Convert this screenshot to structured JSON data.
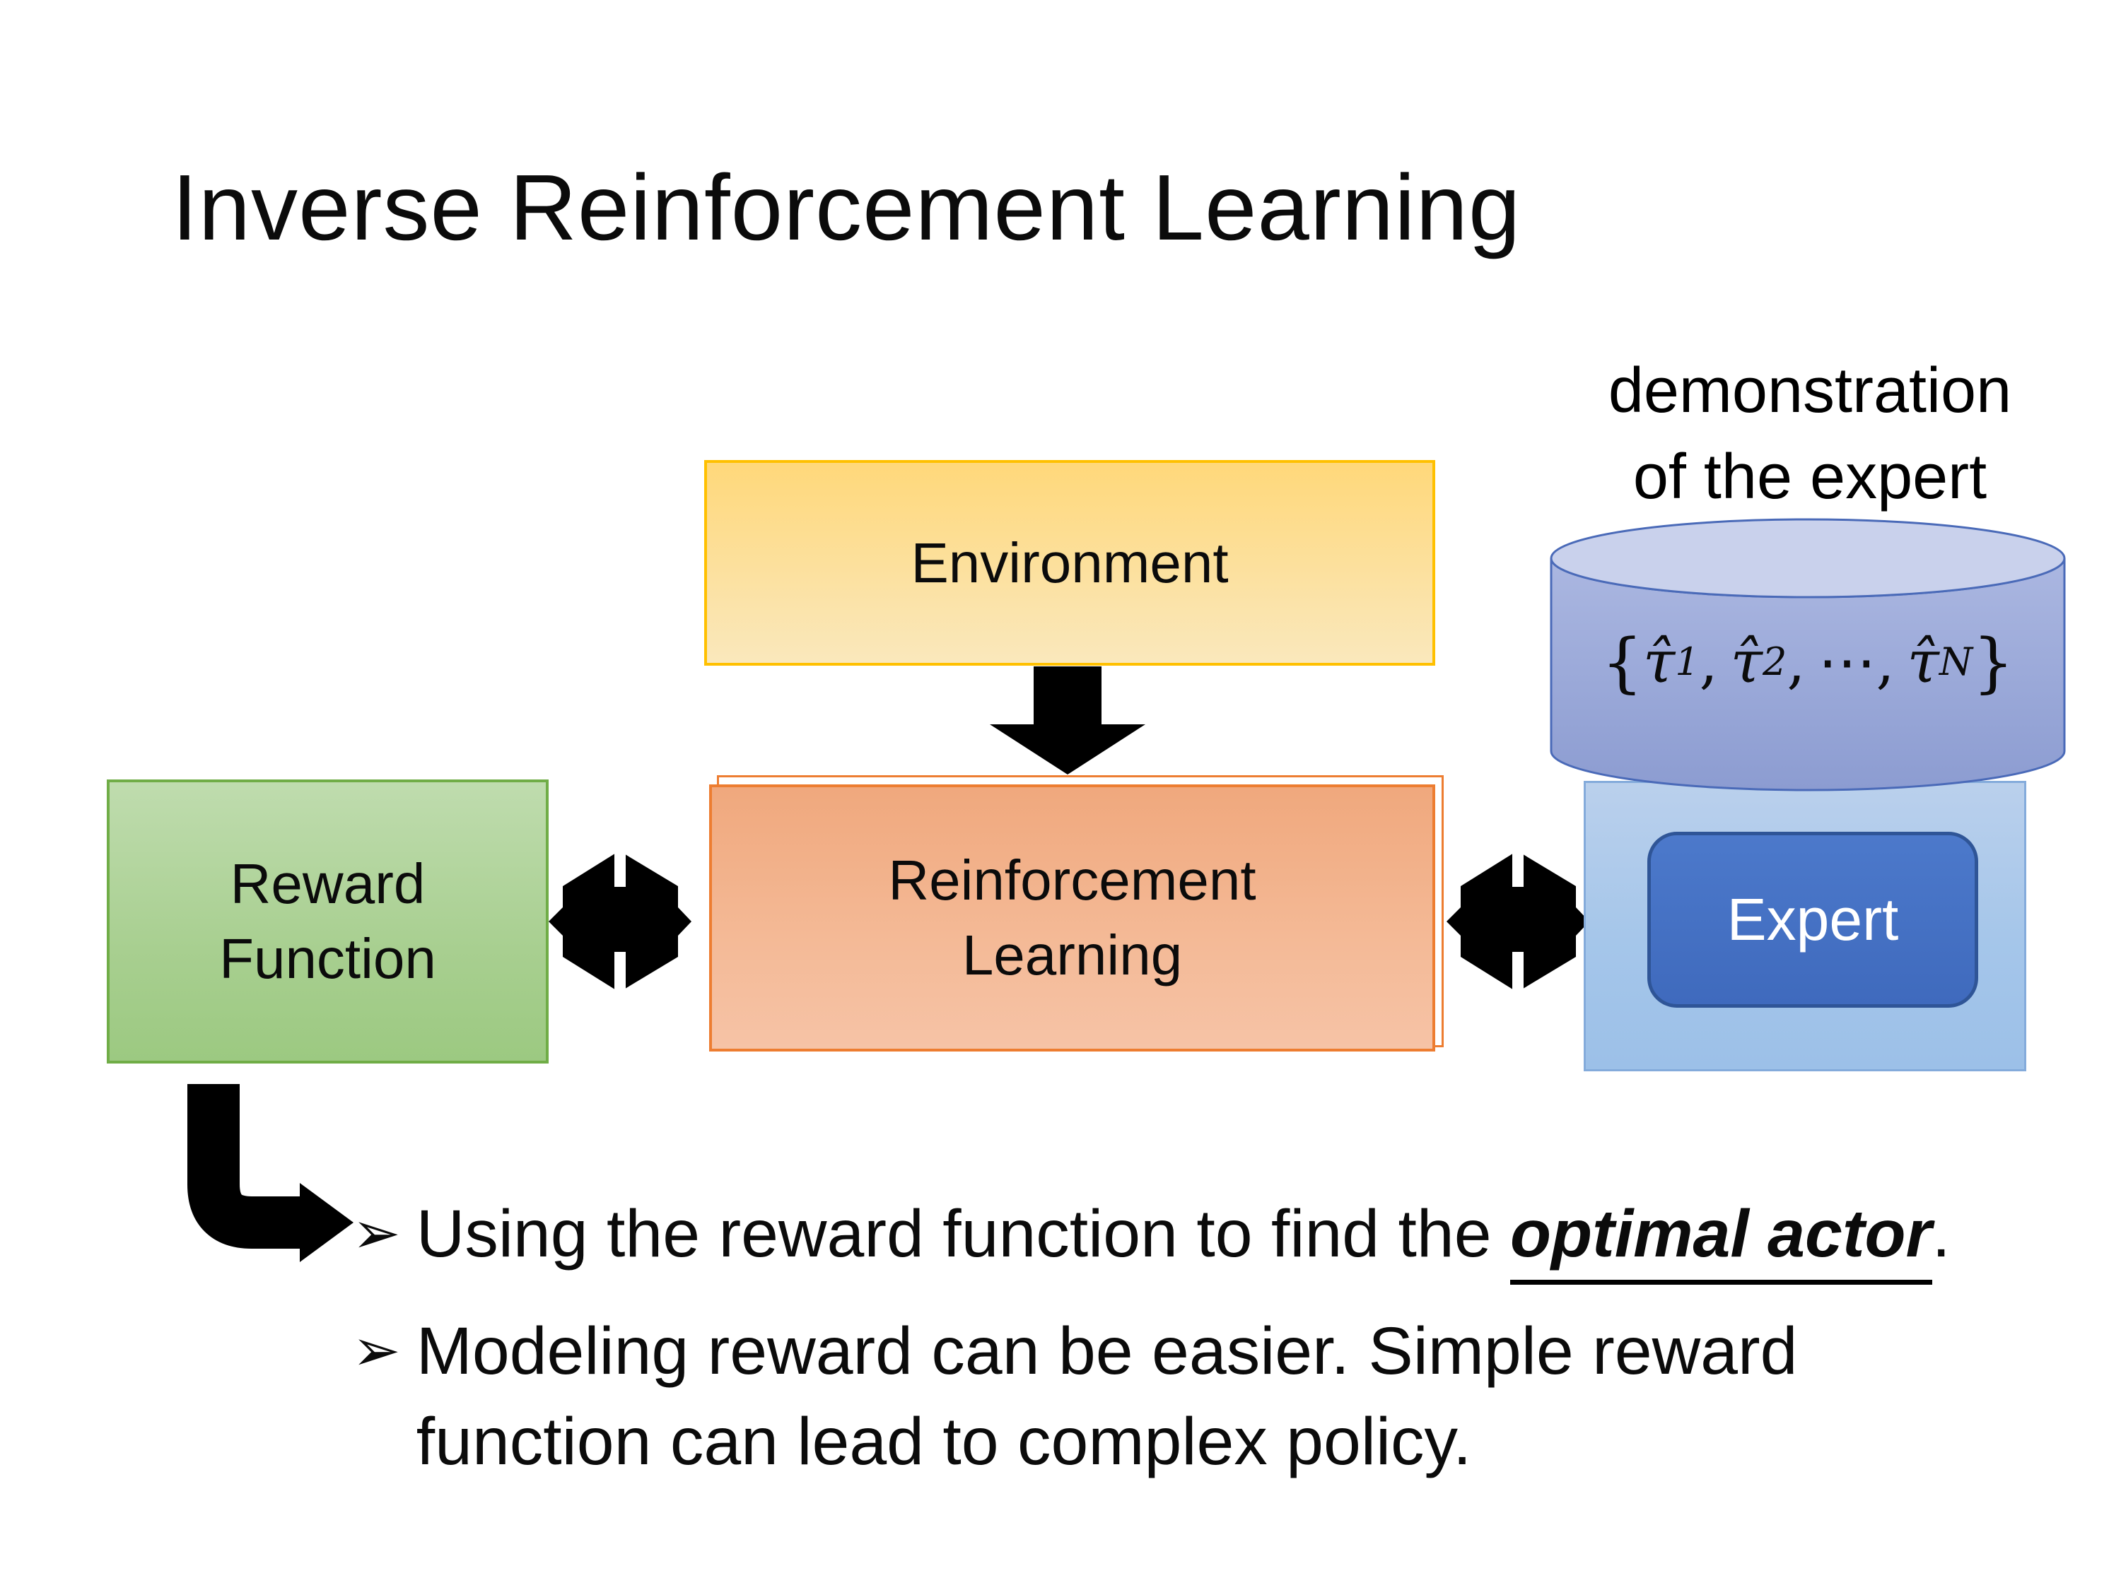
{
  "slide": {
    "title": "Inverse Reinforcement Learning",
    "demo_label": {
      "line1": "demonstration",
      "line2": "of the expert"
    },
    "boxes": {
      "environment": {
        "label": "Environment"
      },
      "reward_function": {
        "line1": "Reward",
        "line2": "Function"
      },
      "reinforcement_learning": {
        "line1": "Reinforcement",
        "line2": "Learning"
      },
      "expert": {
        "label": "Expert"
      }
    },
    "formula": {
      "brace_open": "{",
      "tau_hat": "τ̂",
      "sub_1": "1",
      "sep_1": ",",
      "sub_2": "2",
      "sep_2": ",",
      "cdots": "⋯",
      "sep_3": ",",
      "sub_n": "N",
      "brace_close": "}"
    },
    "bullets": {
      "item1": {
        "marker": "➢",
        "pre": "Using the reward function to find the ",
        "emphasis": "optimal actor",
        "post": "."
      },
      "item2": {
        "marker": "➢",
        "line1": "Modeling reward can be easier. Simple reward",
        "line2": "function can lead to complex policy."
      }
    },
    "colors": {
      "environment_fill": "#FFD87A",
      "environment_border": "#FFC000",
      "rl_fill": "#F2AB81",
      "rl_border": "#ED7D31",
      "reward_fill": "#AED194",
      "reward_border": "#70AD47",
      "expert_fill": "#4472C4",
      "expert_border": "#2F5597",
      "expert_container_fill": "#A9C7E9",
      "cylinder_fill": "#97A6D6",
      "cylinder_top_fill": "#C9D1EC",
      "cylinder_border": "#4A6AB8",
      "arrow_color": "#000000",
      "text_color": "#000000",
      "background": "#FFFFFF"
    }
  }
}
